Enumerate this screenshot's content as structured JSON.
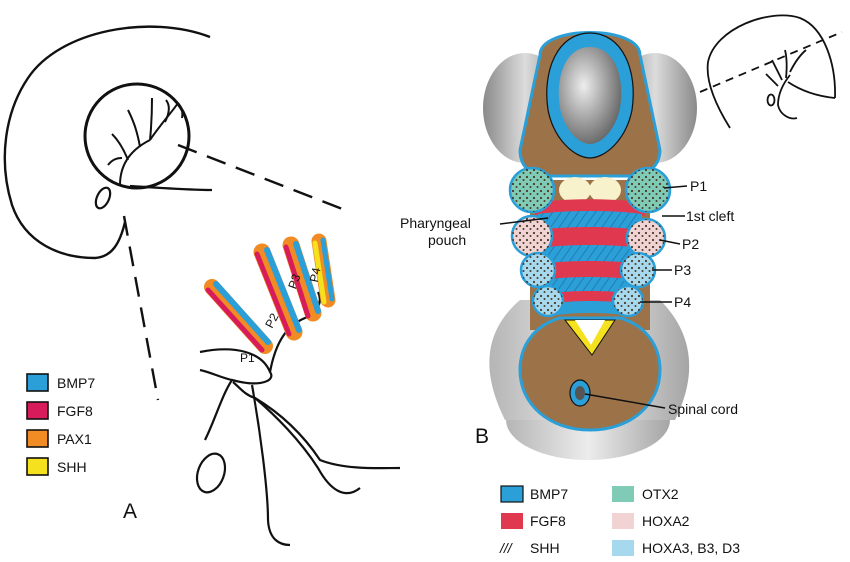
{
  "panels": {
    "a_letter": "A",
    "b_letter": "B"
  },
  "panel_a": {
    "arch_labels": [
      "P1",
      "P2",
      "P3",
      "P4"
    ],
    "legend": [
      {
        "label": "BMP7",
        "color": "#2a9fd8"
      },
      {
        "label": "FGF8",
        "color": "#d81b5a"
      },
      {
        "label": "PAX1",
        "color": "#f08c23"
      },
      {
        "label": "SHH",
        "color": "#f5e11e"
      }
    ]
  },
  "panel_b": {
    "labels": {
      "p1": "P1",
      "cleft": "1st cleft",
      "p2": "P2",
      "p3": "P3",
      "p4": "P4",
      "pouch_line1": "Pharyngeal",
      "pouch_line2": "pouch",
      "spinal_cord": "Spinal cord"
    },
    "legend_left": [
      {
        "label": "BMP7",
        "swatch": "#2a9fd8"
      },
      {
        "label": "FGF8",
        "swatch": "#e0394f"
      },
      {
        "label": "SHH",
        "swatch": "hatch",
        "prefix": "///"
      }
    ],
    "legend_right": [
      {
        "label": "OTX2",
        "swatch": "#7fcbb5"
      },
      {
        "label": "HOXA2",
        "swatch": "#f1d3d3"
      },
      {
        "label": "HOXA3, B3, D3",
        "swatch": "#a6d8ee"
      }
    ]
  },
  "colors": {
    "bmp7": "#2a9fd8",
    "fgf8_a": "#d81b5a",
    "fgf8_b": "#e0394f",
    "pax1": "#f08c23",
    "shh": "#f5e11e",
    "mesenchyme": "#9c7248",
    "otx2": "#7fcbb5",
    "hoxa2": "#f1d3d3",
    "hoxa3": "#a6d8ee"
  }
}
